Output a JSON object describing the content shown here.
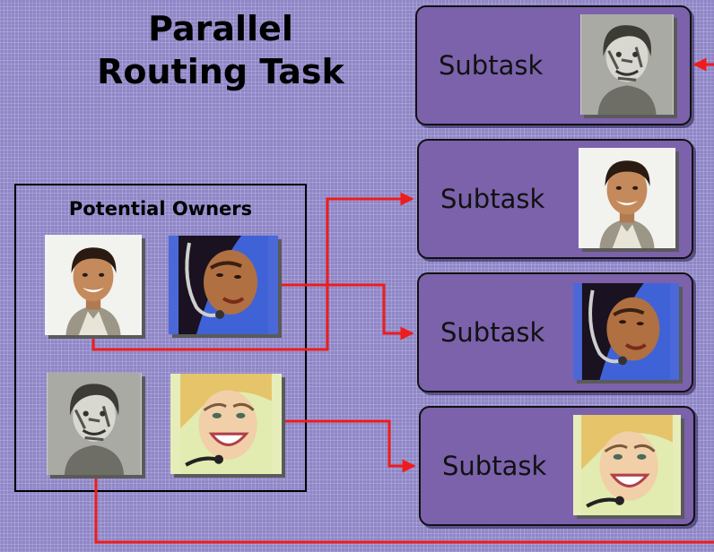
{
  "title_line1": "Parallel",
  "title_line2": "Routing Task",
  "owners": {
    "label": "Potential Owners",
    "people": [
      {
        "icon": "man-smiling-photo-icon"
      },
      {
        "icon": "woman-headset-photo-icon"
      },
      {
        "icon": "man-sketch-photo-icon"
      },
      {
        "icon": "woman-smiling-headset-photo-icon"
      }
    ]
  },
  "subtasks": [
    {
      "label": "Subtask",
      "icon": "man-sketch-photo-icon"
    },
    {
      "label": "Subtask",
      "icon": "man-smiling-photo-icon"
    },
    {
      "label": "Subtask",
      "icon": "woman-headset-photo-icon"
    },
    {
      "label": "Subtask",
      "icon": "woman-smiling-headset-photo-icon"
    }
  ],
  "colors": {
    "background": "#8f86c8",
    "subtask_fill": "#7b62ab",
    "connector": "#ee1c1c"
  }
}
